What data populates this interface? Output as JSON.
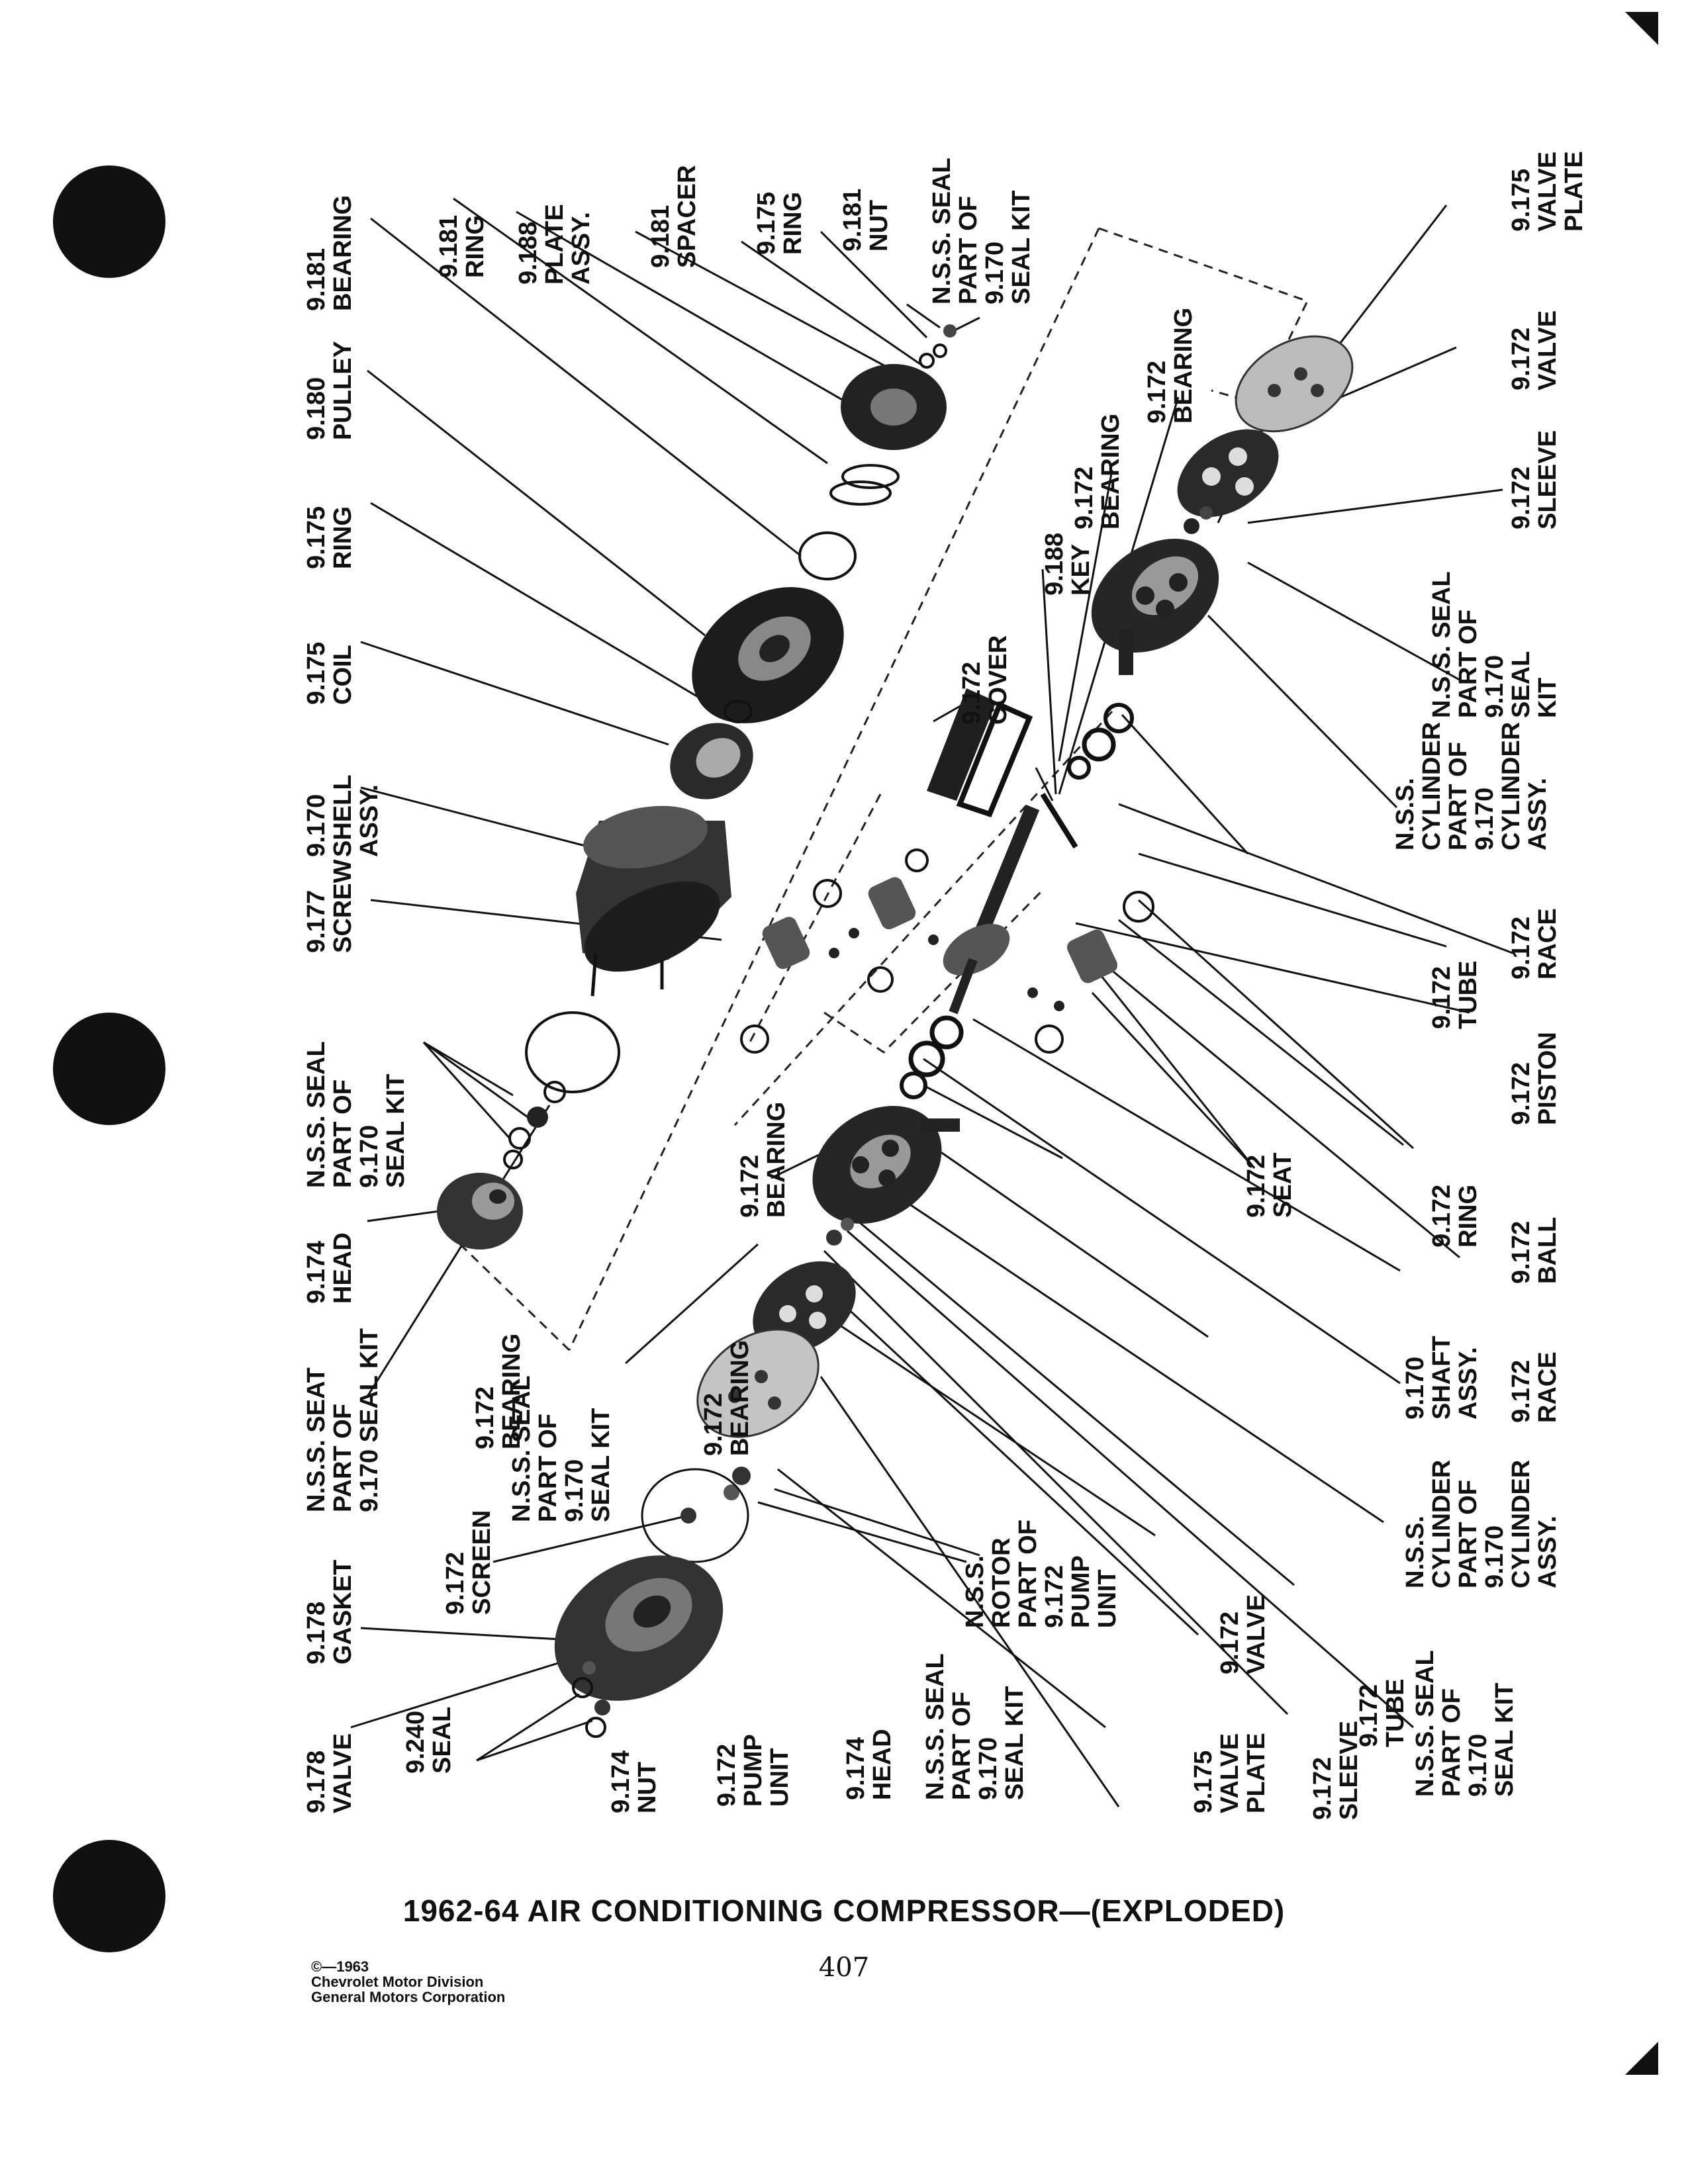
{
  "caption": "1962-64 AIR CONDITIONING COMPRESSOR—(EXPLODED)",
  "page_number": "407",
  "copyright": [
    "©—1963",
    "Chevrolet Motor Division",
    "General Motors Corporation"
  ],
  "labels": [
    [
      "9.181",
      "BEARING"
    ],
    [
      "9.180",
      "PULLEY"
    ],
    [
      "9.175",
      "RING"
    ],
    [
      "9.175",
      "COIL"
    ],
    [
      "9.170",
      "SHELL",
      "ASSY."
    ],
    [
      "9.177",
      "SCREW"
    ],
    [
      "N.S.S. SEAL",
      "PART OF",
      "9.170",
      "SEAL KIT"
    ],
    [
      "9.174",
      "HEAD"
    ],
    [
      "N.S.S. SEAT",
      "PART OF",
      "9.170 SEAL KIT"
    ],
    [
      "9.178",
      "GASKET"
    ],
    [
      "9.178",
      "VALVE"
    ],
    [
      "9.181",
      "RING"
    ],
    [
      "9.188",
      "PLATE",
      "ASSY."
    ],
    [
      "9.181",
      "SPACER"
    ],
    [
      "9.175",
      "RING"
    ],
    [
      "9.181",
      "NUT"
    ],
    [
      "N.S.S. SEAL",
      "PART OF",
      "9.170",
      "SEAL KIT"
    ],
    [
      "9.175",
      "VALVE",
      "PLATE"
    ],
    [
      "9.172",
      "VALVE"
    ],
    [
      "9.172",
      "SLEEVE"
    ],
    [
      "N.S.S. SEAL",
      "PART OF",
      "9.170",
      "SEAL",
      "KIT"
    ],
    [
      "N.S.S.",
      "CYLINDER",
      "PART OF",
      "9.170",
      "CYLINDER",
      "ASSY."
    ],
    [
      "9.172",
      "RACE"
    ],
    [
      "9.172",
      "TUBE"
    ],
    [
      "9.172",
      "PISTON"
    ],
    [
      "9.172",
      "RING"
    ],
    [
      "9.172",
      "BALL"
    ],
    [
      "9.172",
      "SEAT"
    ],
    [
      "9.170",
      "SHAFT",
      "ASSY."
    ],
    [
      "9.172",
      "RACE"
    ],
    [
      "N.S.S.",
      "CYLINDER",
      "PART OF",
      "9.170",
      "CYLINDER",
      "ASSY."
    ],
    [
      "9.172",
      "TUBE"
    ],
    [
      "N.S.S. SEAL",
      "PART OF",
      "9.170",
      "SEAL KIT"
    ],
    [
      "9.172",
      "SLEEVE"
    ],
    [
      "9.175",
      "VALVE",
      "PLATE"
    ],
    [
      "9.172",
      "VALVE"
    ],
    [
      "N.S.S.",
      "ROTOR",
      "PART OF",
      "9.172",
      "PUMP",
      "UNIT"
    ],
    [
      "N.S.S. SEAL",
      "PART OF",
      "9.170",
      "SEAL KIT"
    ],
    [
      "9.174",
      "HEAD"
    ],
    [
      "9.172",
      "PUMP",
      "UNIT"
    ],
    [
      "9.174",
      "NUT"
    ],
    [
      "9.240",
      "SEAL"
    ],
    [
      "9.172",
      "SCREEN"
    ],
    [
      "9.172",
      "BEARING"
    ],
    [
      "N.S.S. SEAL",
      "PART OF",
      "9.170",
      "SEAL KIT"
    ],
    [
      "9.172",
      "BEARING"
    ],
    [
      "9.172",
      "BEARING"
    ],
    [
      "9.172",
      "COVER"
    ],
    [
      "9.188",
      "KEY"
    ],
    [
      "9.172",
      "BEARING"
    ],
    [
      "9.172",
      "BEARING"
    ]
  ]
}
